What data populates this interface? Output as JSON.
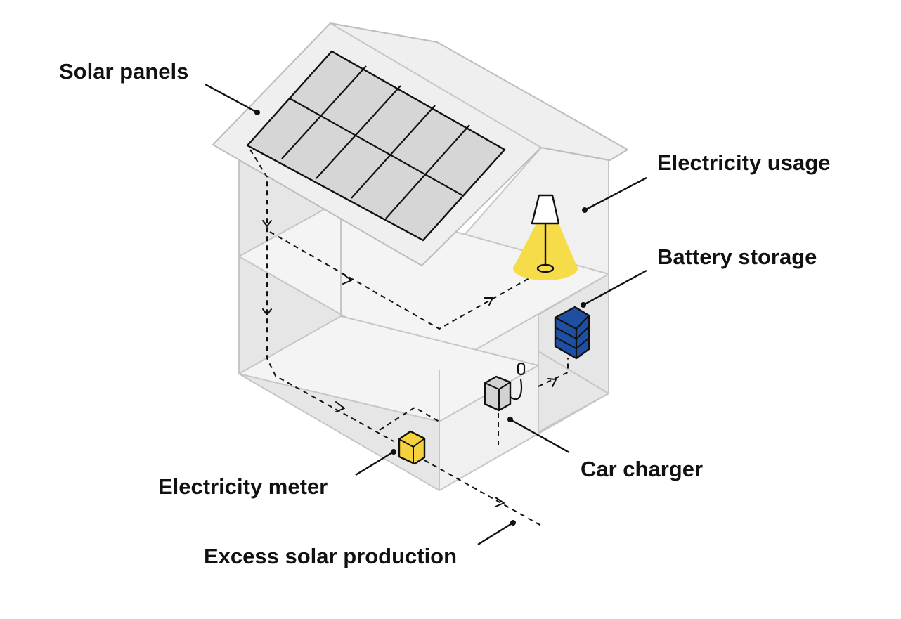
{
  "labels": {
    "solar_panels": "Solar panels",
    "electricity_usage": "Electricity usage",
    "battery_storage": "Battery storage",
    "car_charger": "Car charger",
    "electricity_meter": "Electricity meter",
    "excess_solar": "Excess solar production"
  },
  "colors": {
    "lamp_light": "#f7dc4a",
    "meter": "#f5d23d",
    "battery": "#1f4fa3",
    "wall": "#f0f0f0",
    "outline": "#111111"
  },
  "icons": [
    "solar-panel-icon",
    "lamp-icon",
    "battery-icon",
    "car-charger-icon",
    "electricity-meter-icon"
  ]
}
